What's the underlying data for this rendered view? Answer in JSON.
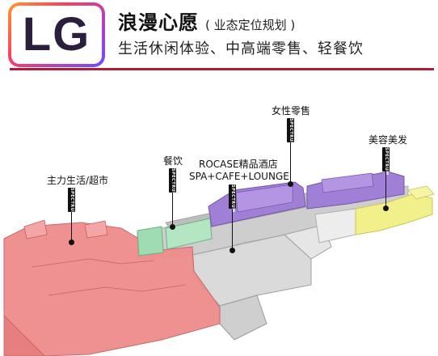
{
  "header": {
    "floor_code": "LG",
    "title": "浪漫心愿",
    "subtitle": "( 业态定位规划 )",
    "tagline": "生活休闲体验、中高端零售、轻餐饮"
  },
  "colors": {
    "brand_red": "#b01c3a",
    "supermarket": "#f08c8c",
    "dining": "#9fdcb1",
    "hotel": "#c8c8c8",
    "womens_retail": "#a07fd6",
    "beauty": "#f2f08a"
  },
  "zones": {
    "supermarket": {
      "label": "主力生活/超市",
      "tag": "SPECTRUM"
    },
    "dining": {
      "label": "餐饮",
      "tag": "SPECTRUM"
    },
    "hotel": {
      "label_line1": "ROCASE精品酒店",
      "label_line2": "SPA+CAFE+LOUNGE",
      "tag": "SPECTRUM"
    },
    "womens_retail": {
      "label": "女性零售",
      "tag": "SPECTRUM"
    },
    "beauty": {
      "label": "美容美发",
      "tag": "SPECTRUM"
    }
  }
}
